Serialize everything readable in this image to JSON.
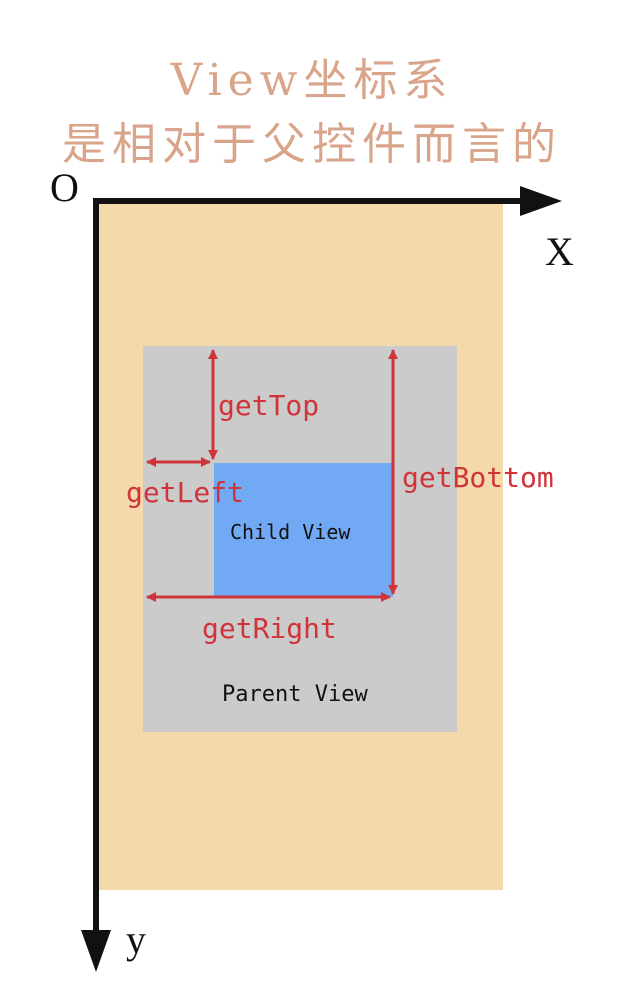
{
  "title": {
    "line1": "View坐标系",
    "line2": "是相对于父控件而言的"
  },
  "axes": {
    "origin": "O",
    "x": "X",
    "y": "y"
  },
  "views": {
    "child": "Child View",
    "parent": "Parent View"
  },
  "measures": {
    "top": "getTop",
    "left": "getLeft",
    "bottom": "getBottom",
    "right": "getRight"
  },
  "colors": {
    "title": "#d9a58a",
    "outer_area": "#f4d9ab",
    "parent_view": "#cbcbcb",
    "child_view": "#72a9f4",
    "measure": "#d0343a",
    "axis": "#111111"
  }
}
